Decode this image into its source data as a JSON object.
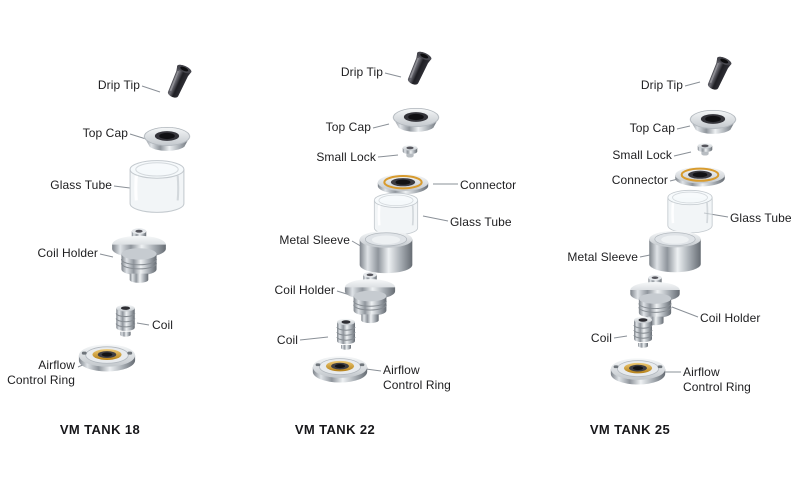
{
  "page": {
    "background": "#ffffff"
  },
  "colors": {
    "label_text": "#1d1d1f",
    "leader_line": "#8a9097",
    "accent_gold": "#c8922a",
    "chrome_light": "#eef1f3",
    "chrome_dark": "#6f757b",
    "drip_tip_black": "#1f1f24"
  },
  "diagrams": {
    "tank18": {
      "title": "VM TANK 18",
      "labels": {
        "drip_tip": "Drip Tip",
        "top_cap": "Top Cap",
        "glass_tube": "Glass Tube",
        "coil_holder": "Coil Holder",
        "coil": "Coil",
        "airflow_control_ring": "Airflow Control Ring"
      }
    },
    "tank22": {
      "title": "VM TANK 22",
      "labels": {
        "drip_tip": "Drip Tip",
        "top_cap": "Top Cap",
        "small_lock": "Small Lock",
        "connector": "Connector",
        "glass_tube": "Glass Tube",
        "metal_sleeve": "Metal Sleeve",
        "coil_holder": "Coil Holder",
        "coil": "Coil",
        "airflow_control_ring": "Airflow Control Ring"
      }
    },
    "tank25": {
      "title": "VM TANK 25",
      "labels": {
        "drip_tip": "Drip Tip",
        "top_cap": "Top Cap",
        "small_lock": "Small Lock",
        "connector": "Connector",
        "glass_tube": "Glass Tube",
        "metal_sleeve": "Metal Sleeve",
        "coil_holder": "Coil Holder",
        "coil": "Coil",
        "airflow_control_ring": "Airflow Control Ring"
      }
    }
  }
}
